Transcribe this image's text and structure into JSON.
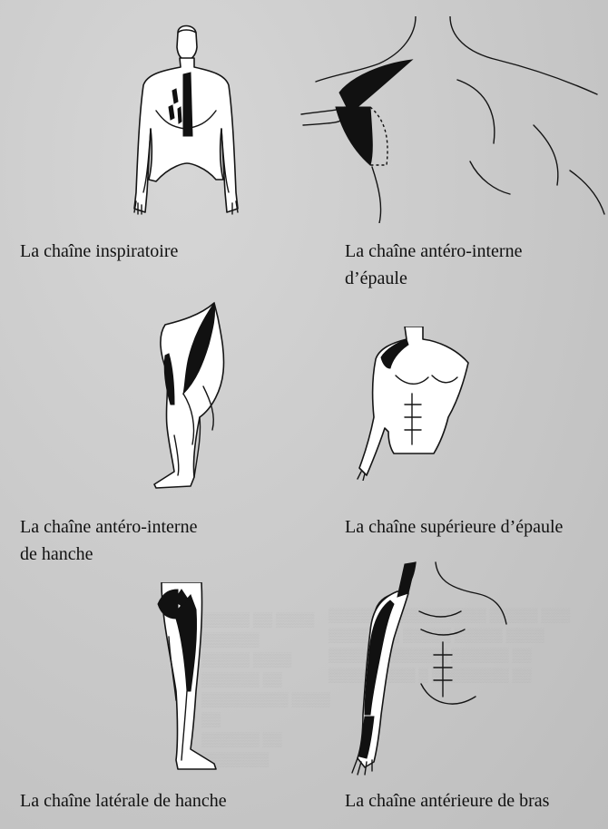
{
  "figures": [
    {
      "id": "inspiratoire",
      "caption": "La chaîne inspiratoire"
    },
    {
      "id": "antero-interne-epaule",
      "caption": "La chaîne antéro-interne d’épaule"
    },
    {
      "id": "antero-interne-hanche",
      "caption": "La chaîne antéro-interne de hanche"
    },
    {
      "id": "superieure-epaule",
      "caption": "La chaîne supérieure d’épaule"
    },
    {
      "id": "laterale-hanche",
      "caption": "La chaîne latérale de hanche"
    },
    {
      "id": "anterieure-bras",
      "caption": "La chaîne antérieure de bras"
    }
  ],
  "captions": {
    "c1": "La chaîne inspiratoire",
    "c2_line1": "La chaîne antéro-interne",
    "c2_line2": "d’épaule",
    "c3_line1": "La chaîne antéro-interne",
    "c3_line2": "de hanche",
    "c4": "La chaîne supérieure d’épaule",
    "c5": "La chaîne latérale de hanche",
    "c6": "La chaîne antérieure de bras"
  }
}
